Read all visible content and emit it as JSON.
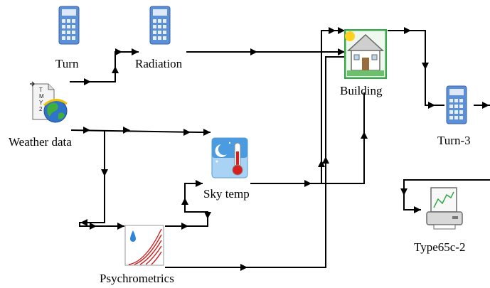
{
  "components": {
    "turn": {
      "label": "Turn",
      "icon": "calculator-icon"
    },
    "radiation": {
      "label": "Radiation",
      "icon": "calculator-icon"
    },
    "weather": {
      "label": "Weather data",
      "icon": "tmy2-globe-icon",
      "file_badge": [
        "T",
        "M",
        "Y",
        "2"
      ]
    },
    "building": {
      "label": "Building",
      "icon": "house-icon"
    },
    "turn3": {
      "label": "Turn-3",
      "icon": "calculator-icon"
    },
    "skytemp": {
      "label": "Sky temp",
      "icon": "thermometer-moon-icon"
    },
    "psychro": {
      "label": "Psychrometrics",
      "icon": "psychrometric-chart-icon"
    },
    "type65": {
      "label": "Type65c-2",
      "icon": "printer-plotter-icon"
    }
  },
  "colors": {
    "wire": "#000000",
    "calculator": "#5b8fd6",
    "building_frame": "#3aa84a",
    "sky_blue": "#4b9be0",
    "thermometer_red": "#d62020",
    "psychro_curve": "#cc2222"
  }
}
